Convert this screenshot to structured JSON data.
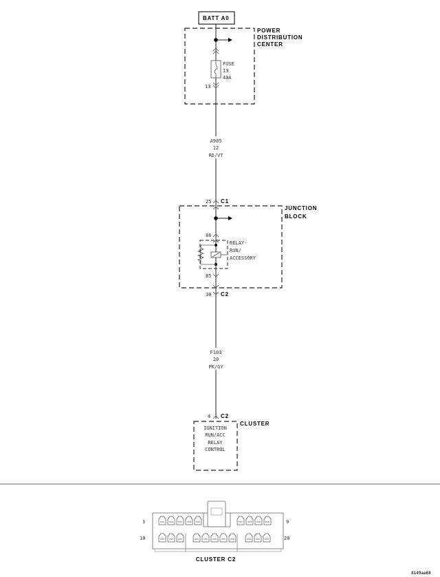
{
  "source": {
    "label": "BATT A0"
  },
  "power_distribution_center": {
    "label_lines": [
      "POWER",
      "DISTRIBUTION",
      "CENTER"
    ],
    "fuse_lines": [
      "FUSE",
      "13",
      "40A"
    ],
    "fuse_pin": "13"
  },
  "wire_1": {
    "lines": [
      "A905",
      "12",
      "RD/VT"
    ]
  },
  "junction_block": {
    "label_lines": [
      "JUNCTION",
      "BLOCK"
    ],
    "c1_pin": "25",
    "c1_label": "C1",
    "relay_pin_in": "86",
    "relay_pin_out": "85",
    "relay_lines": [
      "RELAY-",
      "RUN/",
      "ACCESSORY"
    ],
    "c2_pin": "30",
    "c2_label": "C2"
  },
  "wire_2": {
    "lines": [
      "F103",
      "20",
      "PK/GY"
    ]
  },
  "cluster": {
    "label": "CLUSTER",
    "pin": "4",
    "connector": "C2",
    "function_lines": [
      "IGNITION",
      "RUN/ACC",
      "RELAY",
      "CONTROL"
    ]
  },
  "connector_view": {
    "title": "CLUSTER C2",
    "pin_labels": {
      "top_left": "1",
      "top_right": "9",
      "bottom_left": "10",
      "bottom_right": "20"
    }
  },
  "figure_id": "8149aa68"
}
